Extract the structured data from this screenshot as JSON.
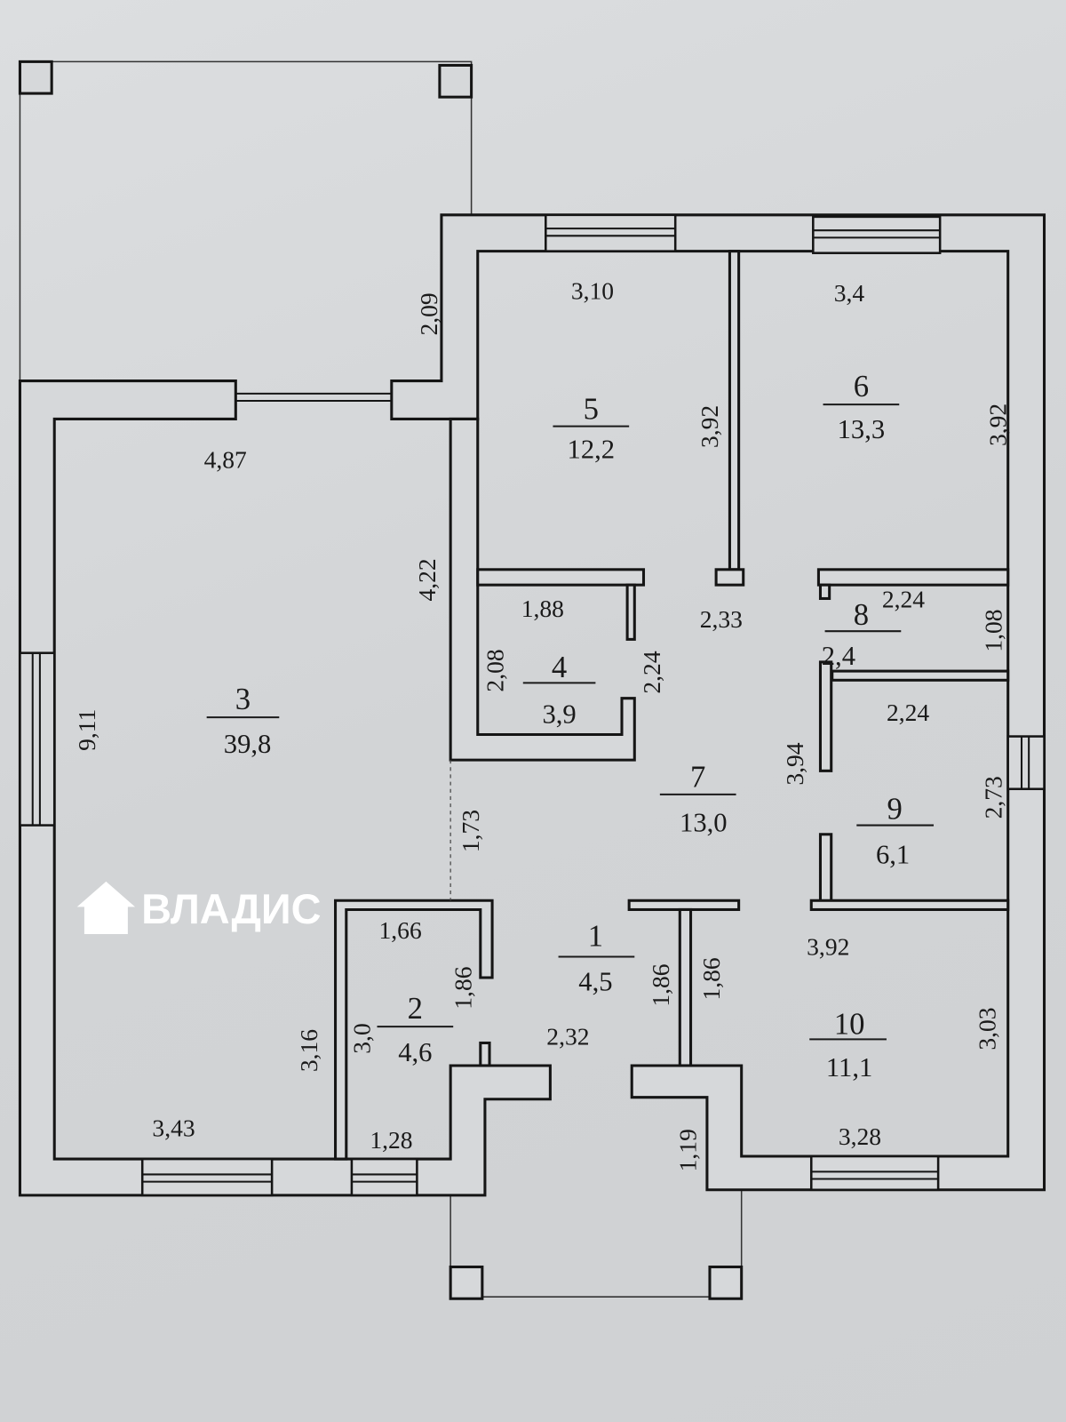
{
  "title": "Floor plan",
  "watermark": "ВЛАДИС",
  "rooms": [
    {
      "number": "1",
      "area": "4,5"
    },
    {
      "number": "2",
      "area": "4,6"
    },
    {
      "number": "3",
      "area": "39,8"
    },
    {
      "number": "4",
      "area": "3,9"
    },
    {
      "number": "5",
      "area": "12,2"
    },
    {
      "number": "6",
      "area": "13,3"
    },
    {
      "number": "7",
      "area": "13,0"
    },
    {
      "number": "8",
      "area": "2,4"
    },
    {
      "number": "9",
      "area": "6,1"
    },
    {
      "number": "10",
      "area": "11,1"
    }
  ],
  "dimensions": {
    "terrace_depth": "2,09",
    "r5_width": "3,10",
    "r6_width": "3,4",
    "r5_depth": "3,92",
    "r6_depth": "3,92",
    "r3_top": "4,87",
    "r3_right_upper": "4,22",
    "r4_width": "1,88",
    "r7_width": "2,33",
    "r8_width": "2,24",
    "r8_depth": "1,08",
    "r4_left": "2,08",
    "r4_right": "2,24",
    "r3_height": "9,11",
    "r9_width": "2,24",
    "r7_height": "3,94",
    "r9_depth": "2,73",
    "r3_opening": "1,73",
    "r2_width": "1,66",
    "r10_width": "3,92",
    "r2_right": "1,86",
    "r1_right": "1,86",
    "r10_left": "1,86",
    "r3_right_lower": "3,16",
    "r2_left": "3,0",
    "r1_width": "2,32",
    "r10_depth": "3,03",
    "r3_bottom": "3,43",
    "r2_bottom": "1,28",
    "r10_bottom": "3,28",
    "r10_notch": "1,19"
  }
}
